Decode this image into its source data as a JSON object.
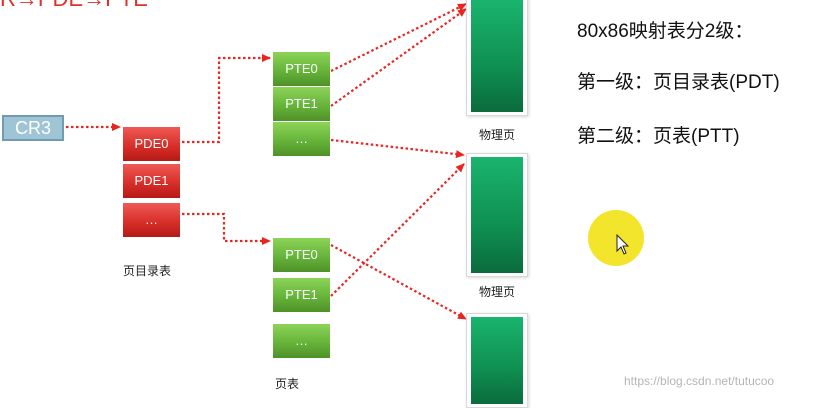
{
  "header": {
    "title_fragment": "R→PDE→PTE"
  },
  "registers": {
    "cr3": "CR3"
  },
  "page_directory": {
    "entries": [
      "PDE0",
      "PDE1",
      "…"
    ],
    "caption": "页目录表"
  },
  "page_tables": {
    "table_a": [
      "PTE0",
      "PTE1",
      "…"
    ],
    "table_b": [
      "PTE0",
      "PTE1",
      "…"
    ],
    "caption": "页表"
  },
  "physical_pages": {
    "caption": "物理页"
  },
  "notes": {
    "heading": "80x86映射表分2级：",
    "level1": "第一级：页目录表(PDT)",
    "level2": "第二级：页表(PTT)"
  },
  "watermark": "https://blog.csdn.net/tutucoo",
  "colors": {
    "arrow": "#e8251f",
    "pde": "#d92f2a",
    "pte": "#66b43a",
    "physical_page": "#0f8f52",
    "cr3": "#9fc4d6",
    "cursor_highlight": "#f2e21a"
  }
}
